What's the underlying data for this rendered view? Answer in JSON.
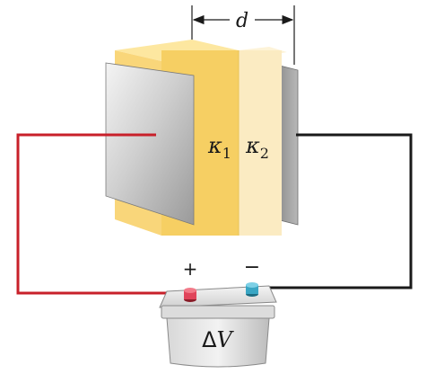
{
  "diagram": {
    "separation_label": "d",
    "dielectric_1": {
      "symbol": "κ",
      "subscript": "1",
      "color": "#f6cf63"
    },
    "dielectric_2": {
      "symbol": "κ",
      "subscript": "2",
      "color": "#fbebc2"
    },
    "battery": {
      "label_delta": "Δ",
      "label_v": "V",
      "plus_sign": "+",
      "minus_sign": "−",
      "positive_terminal_color": "#e0445a",
      "negative_terminal_color": "#3aa6c4"
    },
    "wires": {
      "positive_wire_color": "#c8202a",
      "negative_wire_color": "#1a1a1a"
    }
  }
}
